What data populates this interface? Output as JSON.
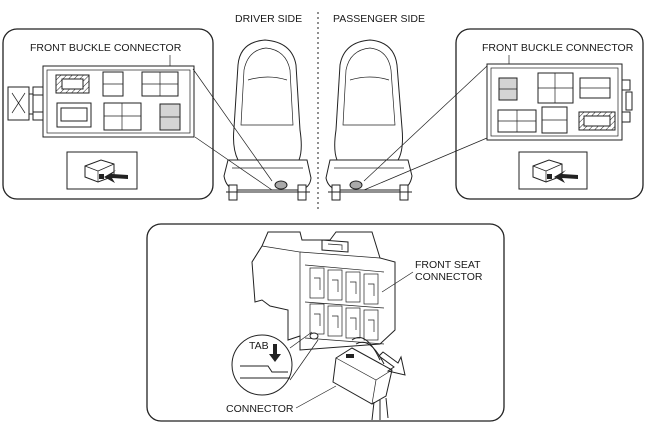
{
  "labels": {
    "driver_side": "DRIVER SIDE",
    "passenger_side": "PASSENGER SIDE",
    "front_buckle_left": "FRONT BUCKLE CONNECTOR",
    "front_buckle_right": "FRONT BUCKLE CONNECTOR",
    "front_seat_line1": "FRONT SEAT",
    "front_seat_line2": "CONNECTOR",
    "tab": "TAB",
    "connector": "CONNECTOR"
  },
  "colors": {
    "stroke": "#222222",
    "highlight": "#d4d4d4",
    "background": "#ffffff"
  }
}
